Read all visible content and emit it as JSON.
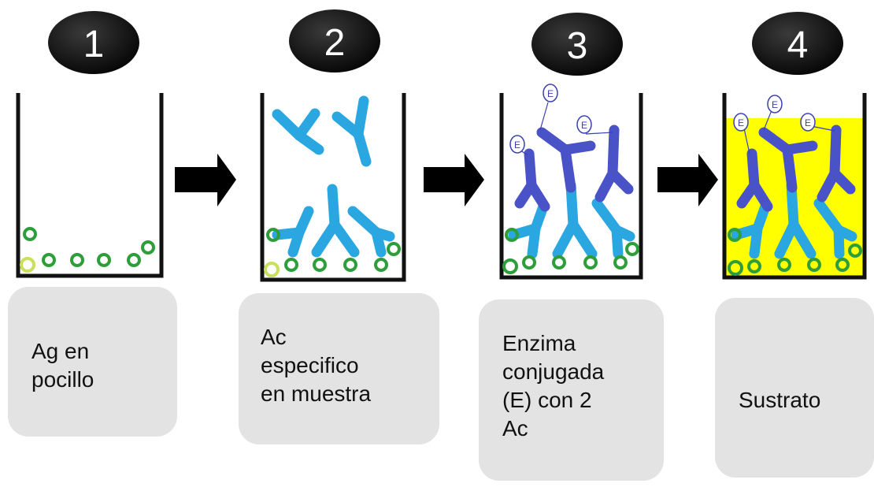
{
  "steps": [
    {
      "number": "1",
      "label_lines": [
        "Ag en",
        "pocillo"
      ]
    },
    {
      "number": "2",
      "label_lines": [
        "Ac",
        "especifico",
        "en  muestra"
      ]
    },
    {
      "number": "3",
      "label_lines": [
        "Enzima",
        "conjugada",
        "(E)  con  2",
        "Ac"
      ]
    },
    {
      "number": "4",
      "label_lines": [
        "Sustrato"
      ]
    }
  ],
  "enzyme_label": "E",
  "colors": {
    "badge": "#111111",
    "antigen": "#2e9e3a",
    "antigen_highlight": "#c8e05a",
    "specific_antibody": "#2aa7e0",
    "conjugate_antibody": "#4a52c8",
    "enzyme_outline": "#3a40b0",
    "substrate": "#ffff00",
    "well_wall": "#111111",
    "label_bg": "#e3e3e3"
  }
}
